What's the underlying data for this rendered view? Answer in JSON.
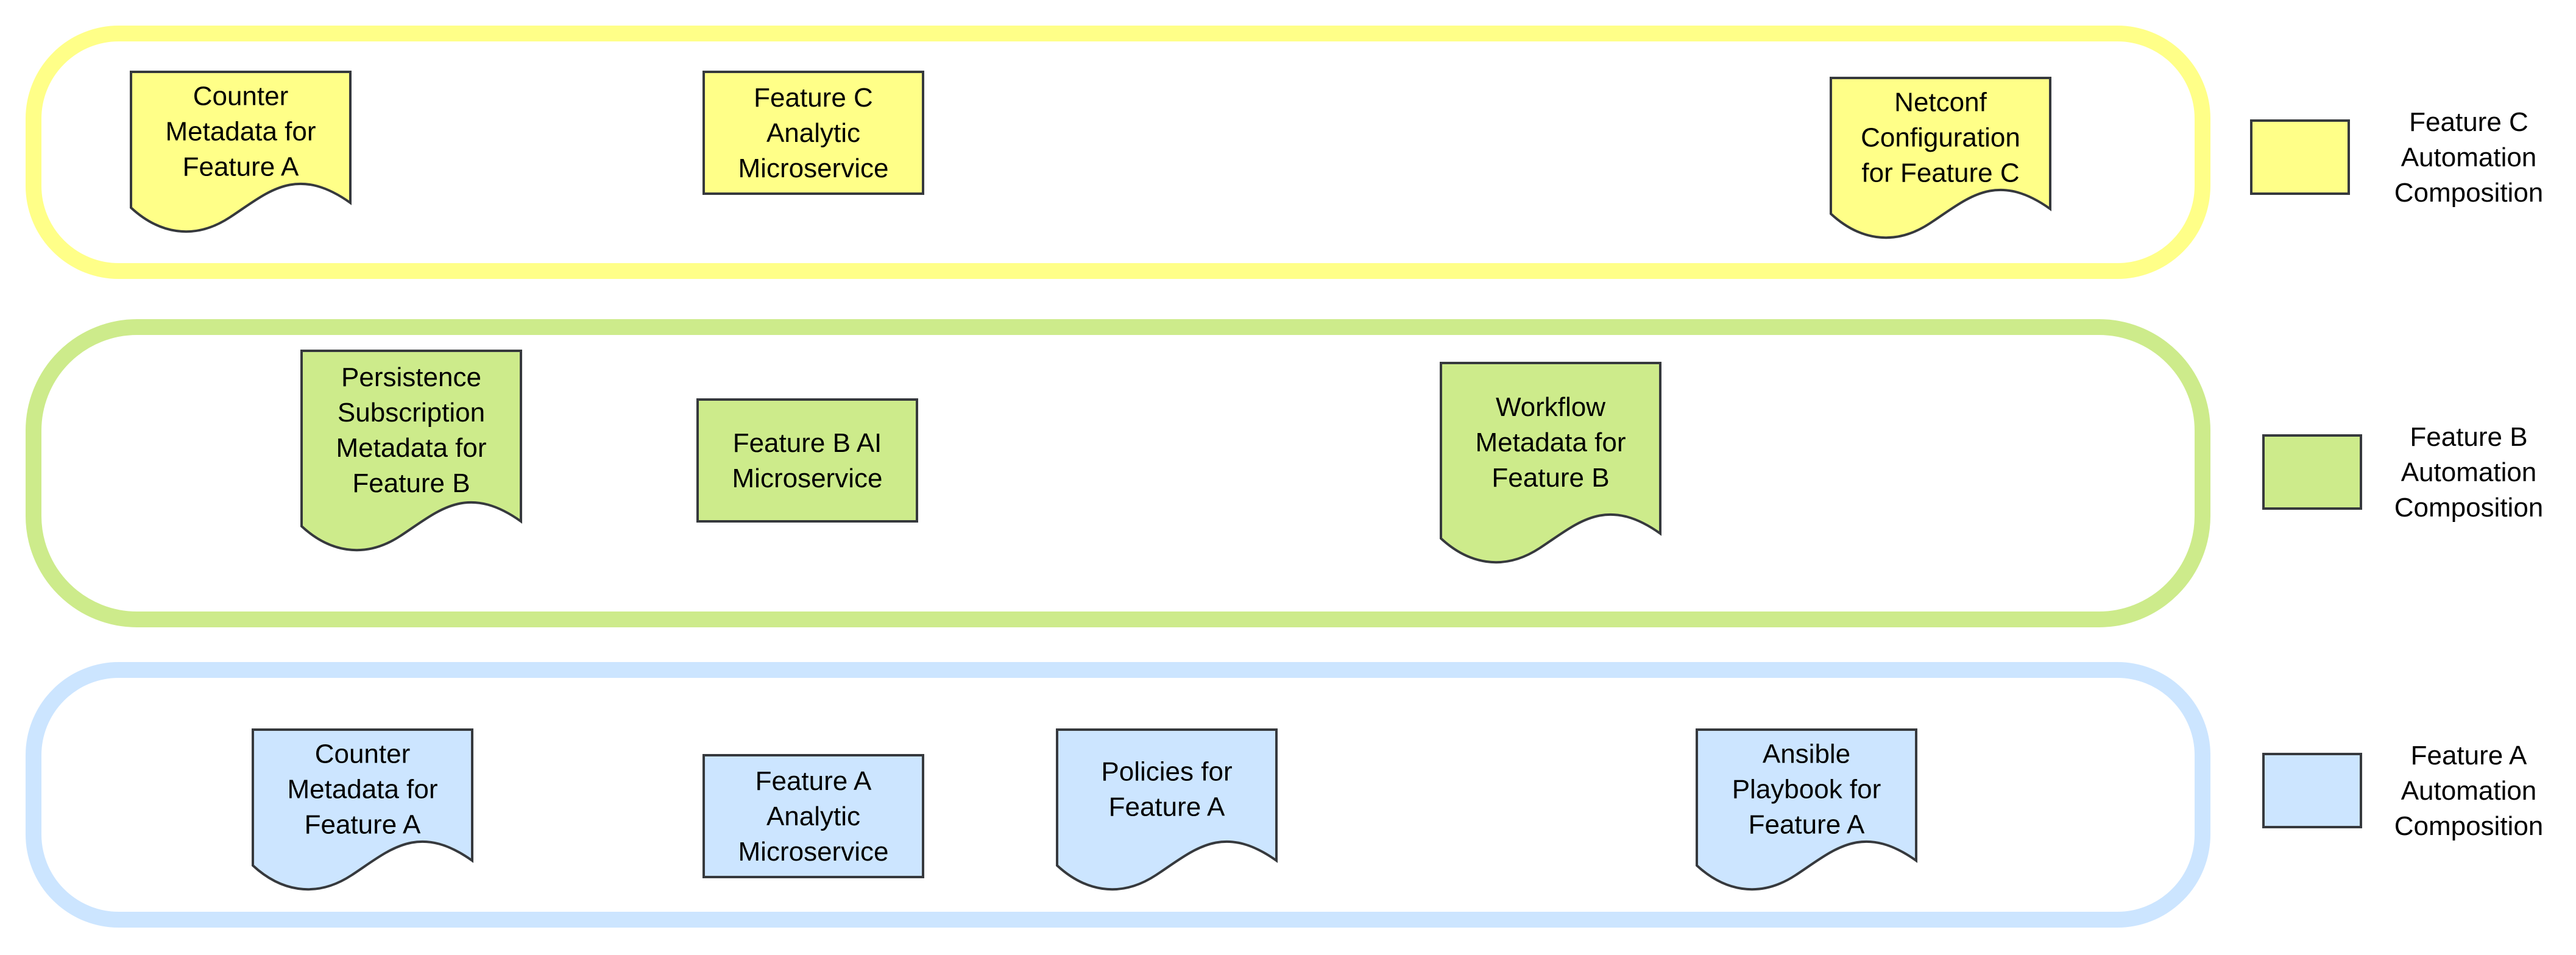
{
  "colors": {
    "yellow_fill": "#ffff88",
    "yellow_stroke": "#ffff88",
    "green_fill": "#cdeb8b",
    "green_stroke": "#cdeb8b",
    "blue_fill": "#cce5ff",
    "blue_stroke": "#cce5ff",
    "shape_border": "#36393d",
    "text": "#000000",
    "background": "#ffffff"
  },
  "groups": [
    {
      "id": "feature-c",
      "color": "yellow",
      "legend": [
        "Feature C",
        "Automation",
        "Composition"
      ],
      "nodes": [
        {
          "id": "c-counter",
          "shape": "document",
          "lines": [
            "Counter",
            "Metadata for",
            "Feature A"
          ]
        },
        {
          "id": "c-analytic",
          "shape": "rect",
          "lines": [
            "Feature C",
            "Analytic",
            "Microservice"
          ]
        },
        {
          "id": "c-netconf",
          "shape": "document",
          "lines": [
            "Netconf",
            "Configuration",
            "for Feature C"
          ]
        }
      ]
    },
    {
      "id": "feature-b",
      "color": "green",
      "legend": [
        "Feature B",
        "Automation",
        "Composition"
      ],
      "nodes": [
        {
          "id": "b-persistence",
          "shape": "document",
          "lines": [
            "Persistence",
            "Subscription",
            "Metadata for",
            "Feature B"
          ]
        },
        {
          "id": "b-ai",
          "shape": "rect",
          "lines": [
            "Feature B AI",
            "Microservice"
          ]
        },
        {
          "id": "b-workflow",
          "shape": "document",
          "lines": [
            "Workflow",
            "Metadata for",
            "Feature B"
          ]
        }
      ]
    },
    {
      "id": "feature-a",
      "color": "blue",
      "legend": [
        "Feature A",
        "Automation",
        "Composition"
      ],
      "nodes": [
        {
          "id": "a-counter",
          "shape": "document",
          "lines": [
            "Counter",
            "Metadata for",
            "Feature A"
          ]
        },
        {
          "id": "a-analytic",
          "shape": "rect",
          "lines": [
            "Feature A",
            "Analytic",
            "Microservice"
          ]
        },
        {
          "id": "a-policies",
          "shape": "document",
          "lines": [
            "Policies for",
            "Feature A"
          ]
        },
        {
          "id": "a-ansible",
          "shape": "document",
          "lines": [
            "Ansible",
            "Playbook for",
            "Feature A"
          ]
        }
      ]
    }
  ]
}
